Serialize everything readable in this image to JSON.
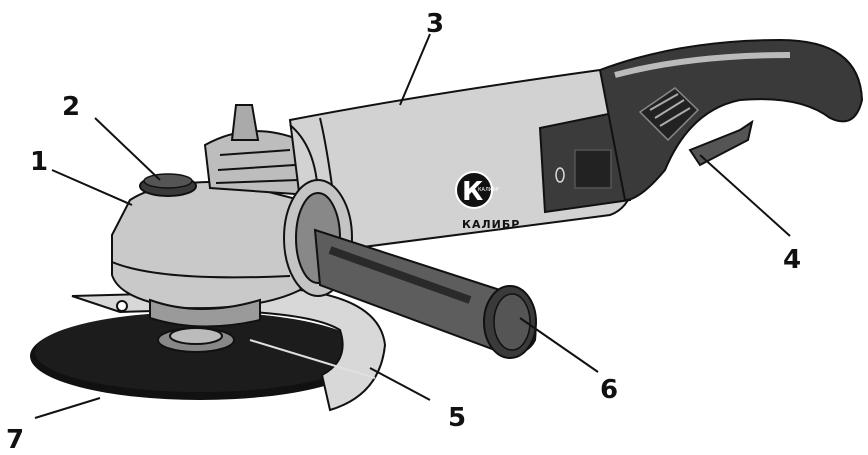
{
  "brand": {
    "label": "КАЛИБР",
    "logo_letter": "К",
    "logo_sub": "КАЛИБР"
  },
  "callouts": [
    {
      "id": "1",
      "label": "1"
    },
    {
      "id": "2",
      "label": "2"
    },
    {
      "id": "3",
      "label": "3"
    },
    {
      "id": "4",
      "label": "4"
    },
    {
      "id": "5",
      "label": "5"
    },
    {
      "id": "6",
      "label": "6"
    },
    {
      "id": "7",
      "label": "7"
    }
  ],
  "colors": {
    "body_light": "#cfcfcf",
    "body_mid": "#a9a9a9",
    "body_dark": "#5a5a5a",
    "rubber": "#3a3a3a",
    "disc": "#111111",
    "line": "#111111"
  }
}
